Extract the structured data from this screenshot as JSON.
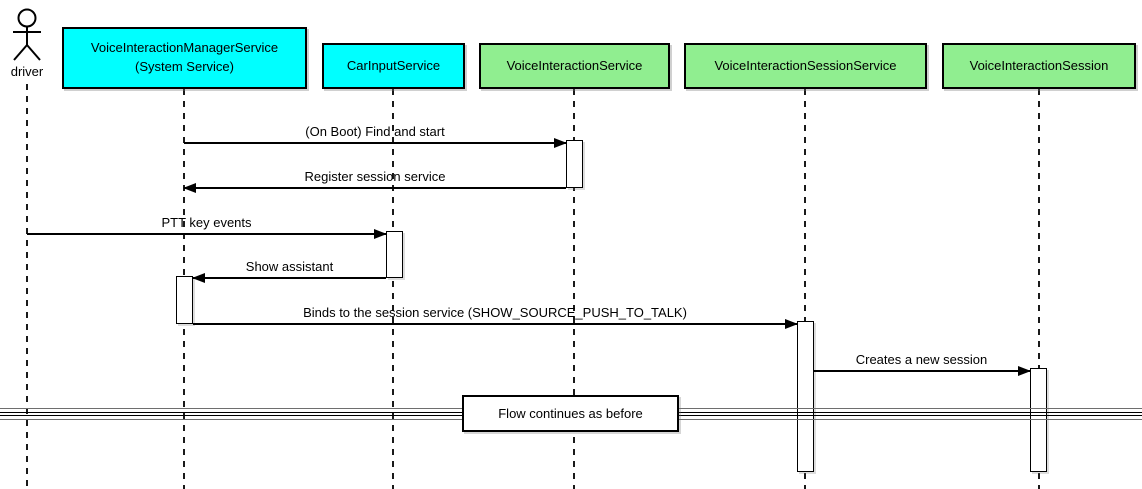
{
  "actor": {
    "name": "driver"
  },
  "participants": [
    {
      "name": "VoiceInteractionManagerService (System Service)",
      "lines": [
        "VoiceInteractionManagerService",
        "(System Service)"
      ],
      "color": "#00FFFF"
    },
    {
      "name": "CarInputService",
      "lines": [
        "CarInputService"
      ],
      "color": "#00FFFF"
    },
    {
      "name": "VoiceInteractionService",
      "lines": [
        "VoiceInteractionService"
      ],
      "color": "#90EE90"
    },
    {
      "name": "VoiceInteractionSessionService",
      "lines": [
        "VoiceInteractionSessionService"
      ],
      "color": "#90EE90"
    },
    {
      "name": "VoiceInteractionSession",
      "lines": [
        "VoiceInteractionSession"
      ],
      "color": "#90EE90"
    }
  ],
  "messages": [
    {
      "label": "(On Boot) Find and start",
      "from": "VoiceInteractionManagerService",
      "to": "VoiceInteractionService",
      "direction": "right"
    },
    {
      "label": "Register session service",
      "from": "VoiceInteractionService",
      "to": "VoiceInteractionManagerService",
      "direction": "left"
    },
    {
      "label": "PTT key events",
      "from": "driver",
      "to": "CarInputService",
      "direction": "right"
    },
    {
      "label": "Show assistant",
      "from": "CarInputService",
      "to": "VoiceInteractionManagerService",
      "direction": "left"
    },
    {
      "label": "Binds to the session service (SHOW_SOURCE_PUSH_TO_TALK)",
      "from": "VoiceInteractionManagerService",
      "to": "VoiceInteractionSessionService",
      "direction": "right"
    },
    {
      "label": "Creates a new session",
      "from": "VoiceInteractionSessionService",
      "to": "VoiceInteractionSession",
      "direction": "right"
    }
  ],
  "divider": {
    "label": "Flow continues as before"
  },
  "colors": {
    "participant_cyan": "#00FFFF",
    "participant_green": "#90EE90",
    "line": "#000000",
    "background": "#FFFFFF"
  }
}
